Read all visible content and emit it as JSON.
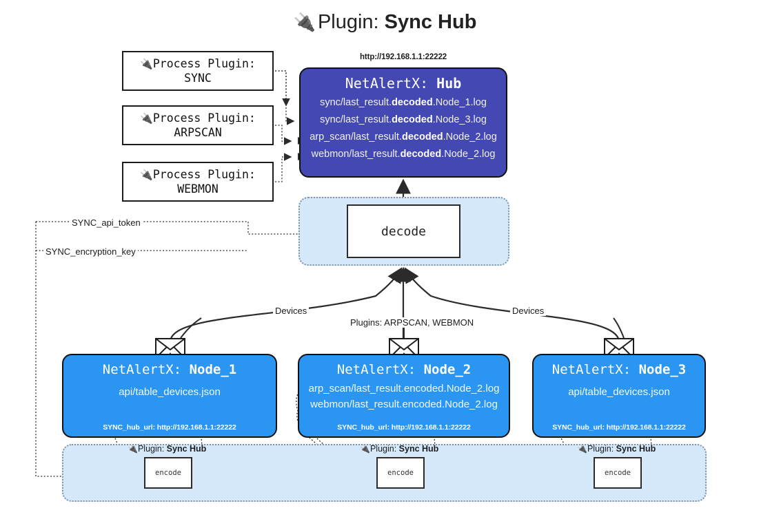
{
  "title": {
    "icon": "plug-icon",
    "prefix": "Plugin:",
    "name": "Sync Hub"
  },
  "process_plugins": [
    {
      "icon": "plug-icon",
      "prefix": "Process Plugin:",
      "name": "SYNC"
    },
    {
      "icon": "plug-icon",
      "prefix": "Process Plugin:",
      "name": "ARPSCAN"
    },
    {
      "icon": "plug-icon",
      "prefix": "Process Plugin:",
      "name": "WEBMON"
    }
  ],
  "hub": {
    "url": "http://192.168.1.1:22222",
    "title_prefix": "NetAlertX:",
    "title_name": "Hub",
    "logs": [
      {
        "pre": "sync/last_result.",
        "mid": "decoded",
        "post": ".Node_1.log"
      },
      {
        "pre": "sync/last_result.",
        "mid": "decoded",
        "post": ".Node_3.log"
      },
      {
        "pre": "arp_scan/last_result.",
        "mid": "decoded",
        "post": ".Node_2.log"
      },
      {
        "pre": "webmon/last_result.",
        "mid": "decoded",
        "post": ".Node_2.log"
      }
    ]
  },
  "decode": {
    "label": "decode"
  },
  "secrets": {
    "api_token": "SYNC_api_token",
    "encryption_key": "SYNC_encryption_key"
  },
  "edge_labels": {
    "devices_left": "Devices",
    "devices_right": "Devices",
    "plugins_center": "Plugins: ARPSCAN, WEBMON"
  },
  "nodes": [
    {
      "title_prefix": "NetAlertX:",
      "title_name": "Node_1",
      "lines": [
        "api/table_devices.json"
      ],
      "footer": "SYNC_hub_url: http://192.168.1.1:22222",
      "mail_icon": "envelope-icon"
    },
    {
      "title_prefix": "NetAlertX:",
      "title_name": "Node_2",
      "lines": [
        "arp_scan/last_result.encoded.Node_2.log",
        "webmon/last_result.encoded.Node_2.log"
      ],
      "footer": "SYNC_hub_url: http://192.168.1.1:22222",
      "mail_icon": "envelope-icon"
    },
    {
      "title_prefix": "NetAlertX:",
      "title_name": "Node_3",
      "lines": [
        "api/table_devices.json"
      ],
      "footer": "SYNC_hub_url: http://192.168.1.1:22222",
      "mail_icon": "envelope-icon"
    }
  ],
  "encoders": [
    {
      "caption_icon": "plug-icon",
      "caption_prefix": "Plugin:",
      "caption_name": "Sync Hub",
      "label": "encode"
    },
    {
      "caption_icon": "plug-icon",
      "caption_prefix": "Plugin:",
      "caption_name": "Sync Hub",
      "label": "encode"
    },
    {
      "caption_icon": "plug-icon",
      "caption_prefix": "Plugin:",
      "caption_name": "Sync Hub",
      "label": "encode"
    }
  ],
  "colors": {
    "hub_fill": "#4348b2",
    "node_fill": "#2b96f1",
    "zone_fill": "#d6e9fb",
    "stroke": "#121212",
    "text_light": "#ffffff"
  }
}
